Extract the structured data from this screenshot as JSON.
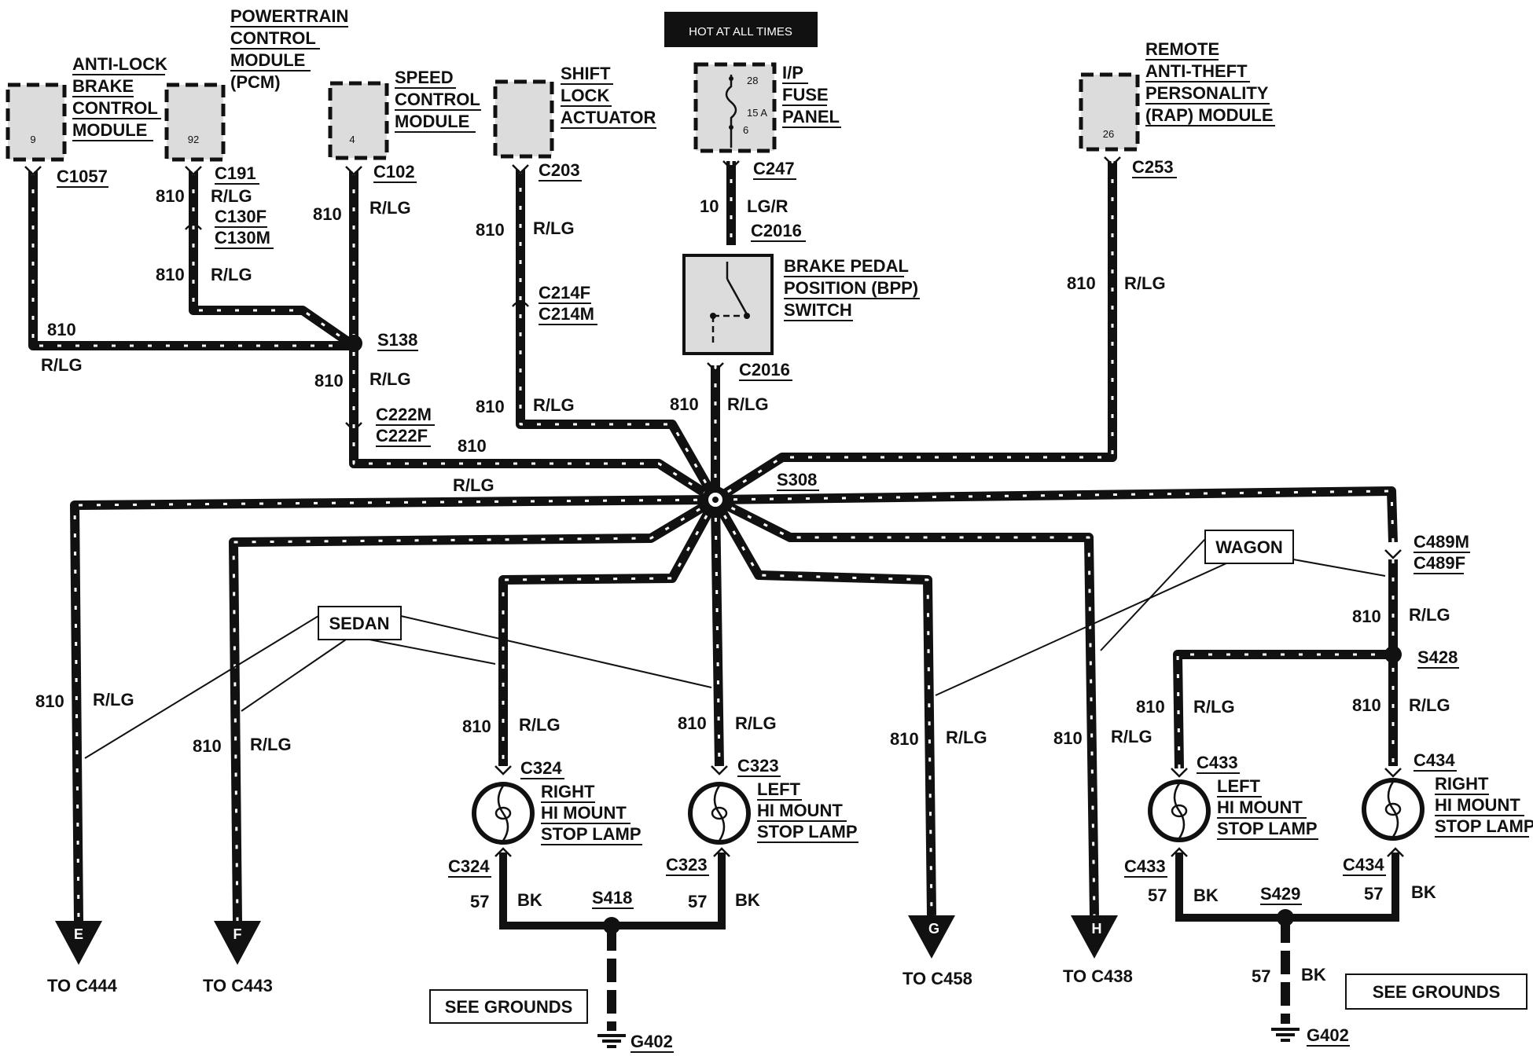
{
  "header": {
    "hot_label": "HOT AT ALL TIMES"
  },
  "modules": {
    "abs": {
      "lines": [
        "ANTI-LOCK",
        "BRAKE",
        "CONTROL",
        "MODULE"
      ],
      "pin": "9",
      "connector": "C1057"
    },
    "pcm": {
      "lines": [
        "POWERTRAIN",
        "CONTROL",
        "MODULE"
      ],
      "extra": "(PCM)",
      "pin": "92",
      "connector": "C191"
    },
    "speed": {
      "lines": [
        "SPEED",
        "CONTROL",
        "MODULE"
      ],
      "pin": "4",
      "connector": "C102"
    },
    "shift": {
      "lines": [
        "SHIFT",
        "LOCK",
        "ACTUATOR"
      ],
      "connector": "C203"
    },
    "fuse": {
      "lines": [
        "I/P",
        "FUSE",
        "PANEL"
      ],
      "num": "28",
      "amps": "15 A",
      "pin": "6",
      "connector": "C247"
    },
    "rap": {
      "lines": [
        "REMOTE",
        "ANTI-THEFT",
        "PERSONALITY"
      ],
      "last": "(RAP) MODULE",
      "pin": "26",
      "connector": "C253"
    },
    "bpp": {
      "lines": [
        "BRAKE PEDAL",
        "POSITION (BPP)",
        "SWITCH"
      ]
    }
  },
  "connectors": {
    "c130f": "C130F",
    "c130m": "C130M",
    "c214f": "C214F",
    "c214m": "C214M",
    "c2016": "C2016",
    "c222m": "C222M",
    "c222f": "C222F",
    "c489m": "C489M",
    "c489f": "C489F",
    "c324": "C324",
    "c323": "C323",
    "c433": "C433",
    "c434": "C434"
  },
  "splices": {
    "s138": "S138",
    "s308": "S308",
    "s418": "S418",
    "s428": "S428",
    "s429": "S429"
  },
  "wires": {
    "circuit": "810",
    "color": "R/LG",
    "power_circuit": "10",
    "power_color": "LG/R",
    "ground_circuit": "57",
    "ground_color": "BK"
  },
  "lamps": {
    "right_sedan": [
      "RIGHT",
      "HI MOUNT",
      "STOP LAMP"
    ],
    "left_sedan": [
      "LEFT",
      "HI MOUNT",
      "STOP LAMP"
    ],
    "left_wagon": [
      "LEFT",
      "HI MOUNT",
      "STOP LAMP"
    ],
    "right_wagon": [
      "RIGHT",
      "HI MOUNT",
      "STOP LAMP"
    ]
  },
  "callouts": {
    "sedan": "SEDAN",
    "wagon": "WAGON",
    "see_grounds": "SEE GROUNDS"
  },
  "terminals": [
    {
      "letter": "E",
      "to": "TO C444"
    },
    {
      "letter": "F",
      "to": "TO C443"
    },
    {
      "letter": "G",
      "to": "TO C458"
    },
    {
      "letter": "H",
      "to": "TO C438"
    }
  ],
  "grounds": {
    "g402": "G402"
  },
  "colors": {
    "ink": "#111111",
    "module_fill": "#dcdcdc",
    "background": "#ffffff"
  }
}
